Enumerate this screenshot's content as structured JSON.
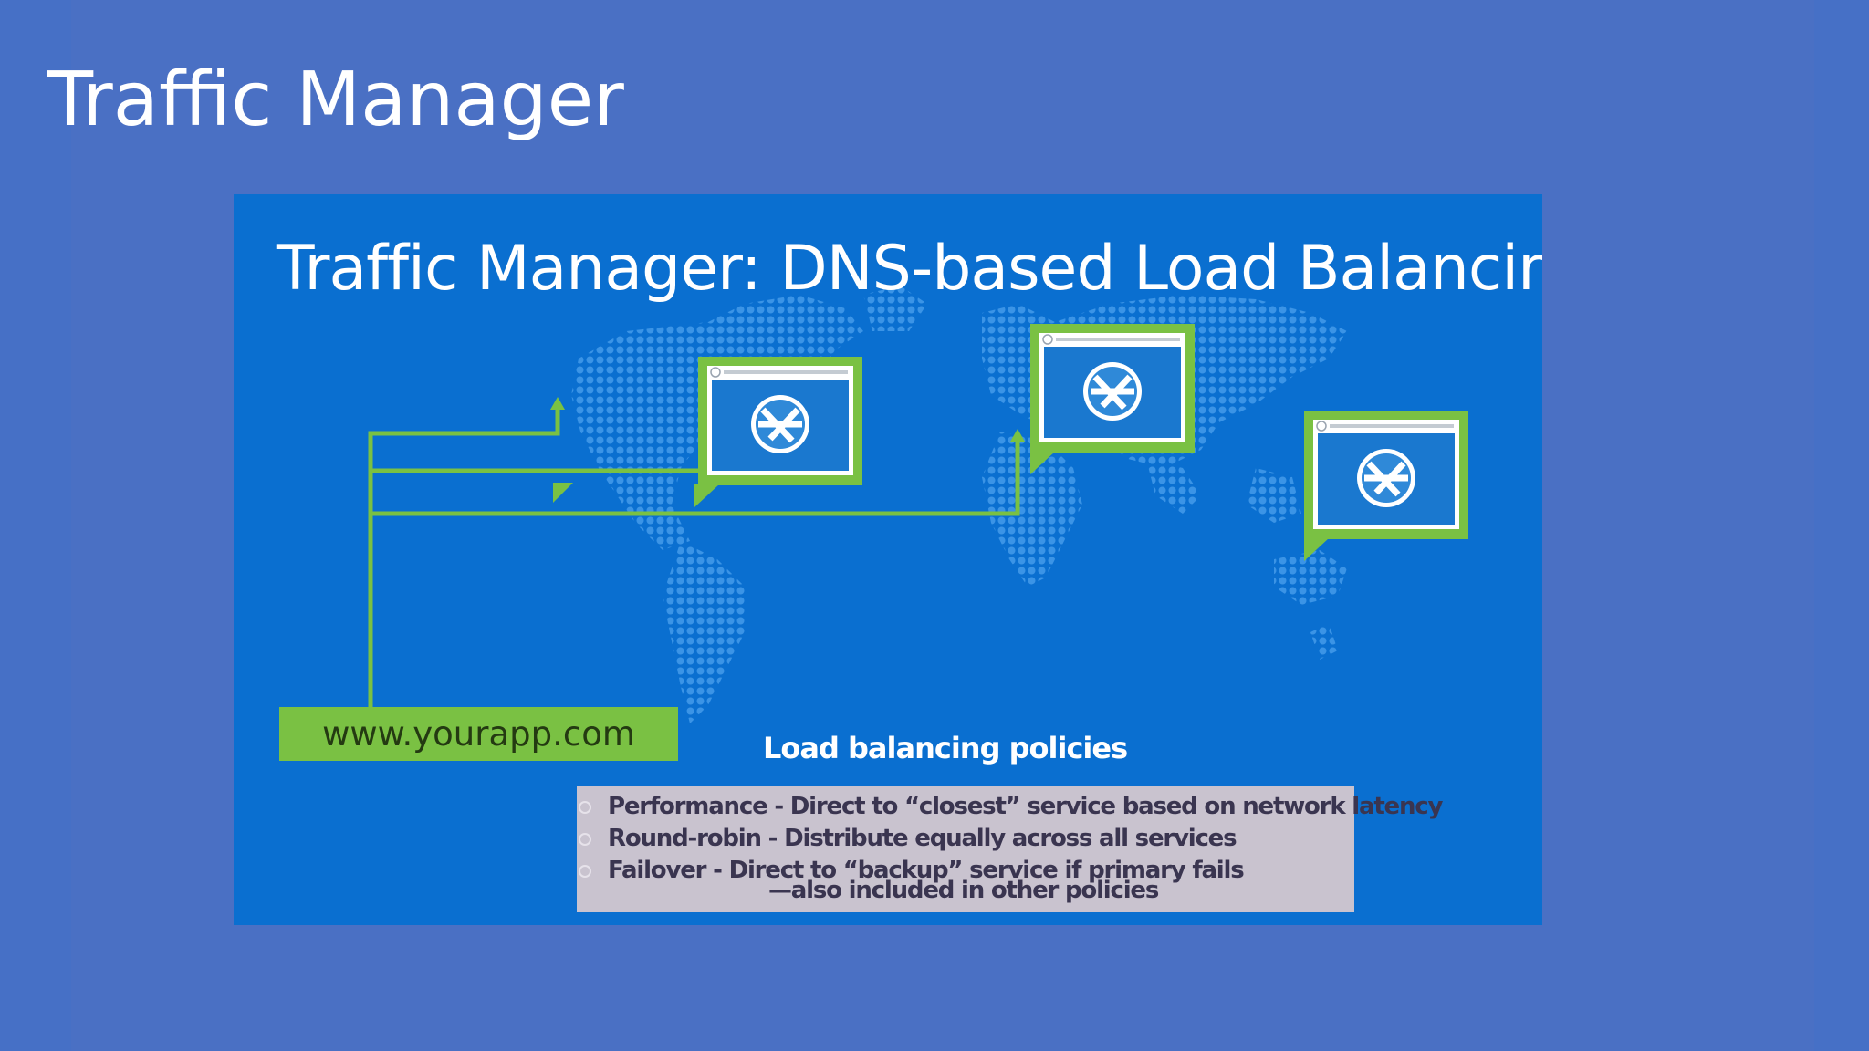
{
  "page": {
    "title": "Traffic Manager"
  },
  "slide": {
    "title": "Traffic Manager: DNS-based Load Balancing",
    "url_label": "www.yourapp.com",
    "policies_heading": "Load balancing policies",
    "policies": [
      "Performance - Direct to “closest” service based on network latency",
      "Round-robin - Distribute equally across all services",
      "Failover - Direct to “backup” service if primary fails"
    ],
    "policy_continuation": "—also included in other policies",
    "icons": [
      "world-map-icon",
      "web-app-window-icon",
      "globe-icon"
    ]
  },
  "colors": {
    "background": "#4a70c4",
    "slide_background": "#0a6fd0",
    "accent_green": "#7ac143",
    "policy_box": "#c9c3cf"
  }
}
